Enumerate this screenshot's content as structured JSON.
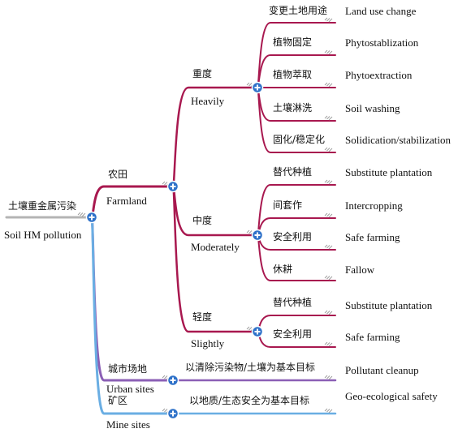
{
  "colors": {
    "root": "#b4b4b4",
    "farmland": "#a8184f",
    "urban": "#8b5fb5",
    "mine": "#6aaee3",
    "node_fill": "#2f72c9",
    "hatch": "#9a9a9a"
  },
  "root": {
    "zh": "土壤重金属污染",
    "en": "Soil HM pollution"
  },
  "farmland": {
    "zh": "农田",
    "en": "Farmland"
  },
  "heavily": {
    "zh": "重度",
    "en": "Heavily",
    "items": [
      {
        "zh": "变更土地用途",
        "en": "Land use change"
      },
      {
        "zh": "植物固定",
        "en": "Phytostablization"
      },
      {
        "zh": "植物萃取",
        "en": "Phytoextraction"
      },
      {
        "zh": "土壤淋洗",
        "en": "Soil washing"
      },
      {
        "zh": "固化/稳定化",
        "en": "Solidication/stabilization"
      }
    ]
  },
  "moderately": {
    "zh": "中度",
    "en": "Moderately",
    "items": [
      {
        "zh": "替代种植",
        "en": "Substitute plantation"
      },
      {
        "zh": "间套作",
        "en": "Intercropping"
      },
      {
        "zh": "安全利用",
        "en": "Safe farming"
      },
      {
        "zh": "休耕",
        "en": "Fallow"
      }
    ]
  },
  "slightly": {
    "zh": "轻度",
    "en": "Slightly",
    "items": [
      {
        "zh": "替代种植",
        "en": "Substitute plantation"
      },
      {
        "zh": "安全利用",
        "en": "Safe farming"
      }
    ]
  },
  "urban": {
    "zh": "城市场地",
    "en": "Urban sites",
    "goal_zh": "以清除污染物/土壤为基本目标",
    "goal_en": "Pollutant cleanup"
  },
  "mine": {
    "zh": "矿区",
    "en": "Mine sites",
    "goal_zh": "以地质/生态安全为基本目标",
    "goal_en": "Geo-ecological safety"
  }
}
